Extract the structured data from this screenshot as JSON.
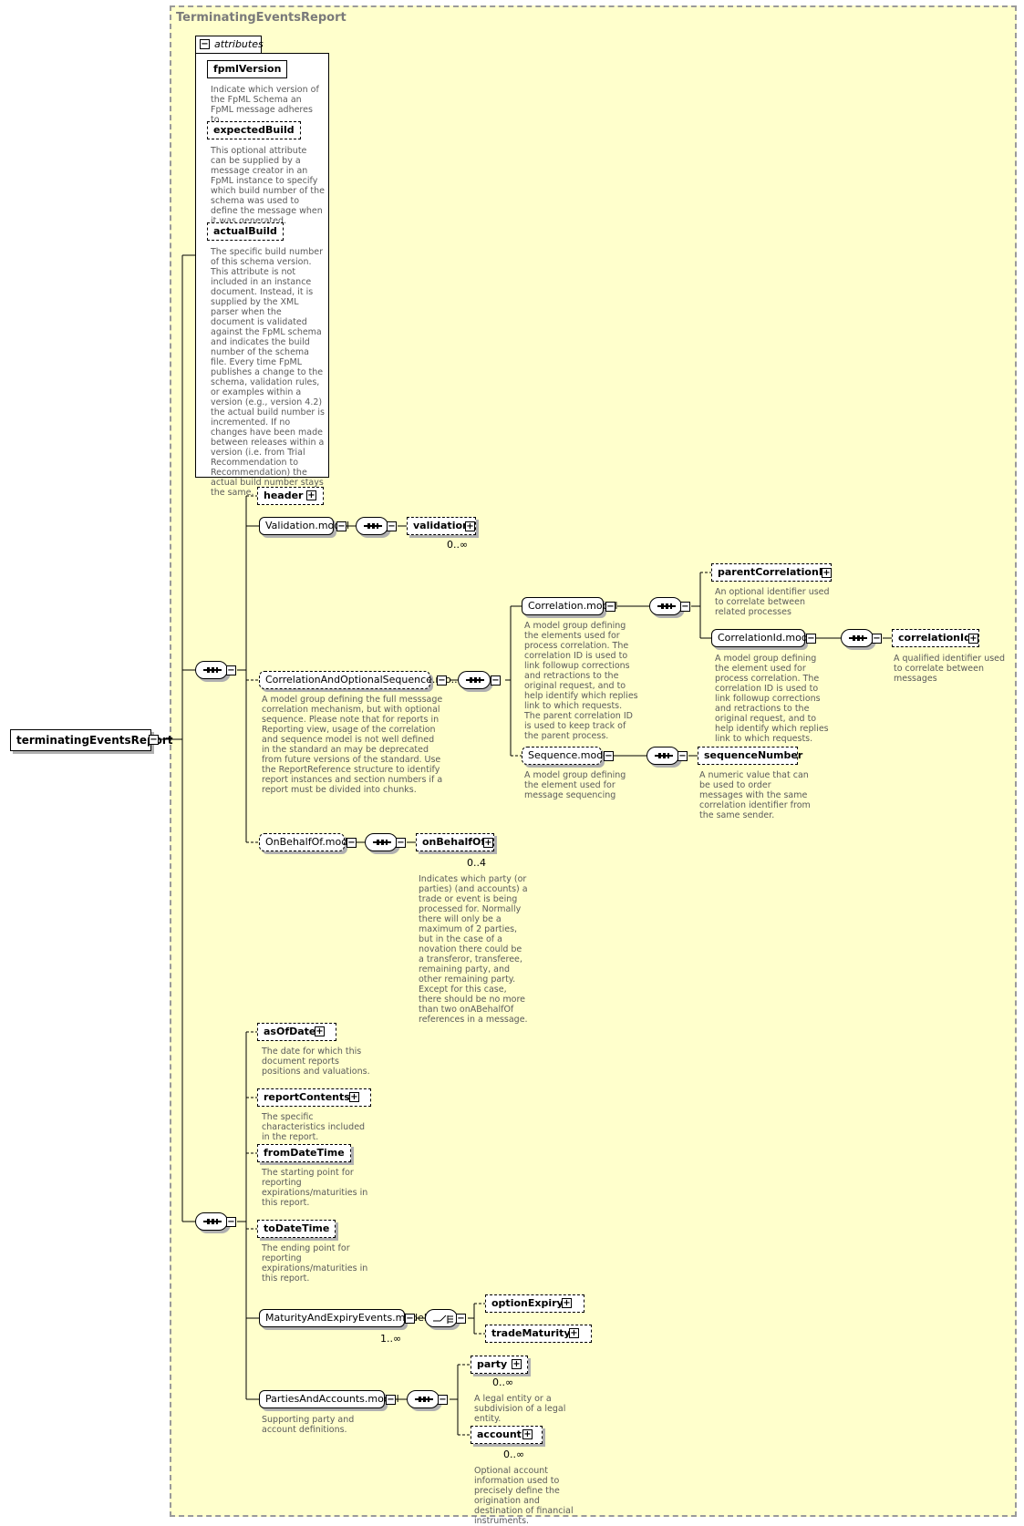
{
  "diagram": {
    "type_name": "TerminatingEventsReport",
    "root_element": "terminatingEventsReport",
    "attributes_tab": "attributes",
    "attributes": [
      {
        "name": "fpmlVersion",
        "desc": "Indicate which version of the FpML Schema an FpML message adheres to."
      },
      {
        "name": "expectedBuild",
        "desc": "This optional attribute can be supplied by a message creator in an FpML instance to specify which build number of the schema was used to define the message when it was generated."
      },
      {
        "name": "actualBuild",
        "desc": "The specific build number of this schema version. This attribute is not included in an instance document. Instead, it is supplied by the XML parser when the document is validated against the FpML schema and indicates the build number of the schema file. Every time FpML publishes a change to the schema, validation rules, or examples within a version (e.g., version 4.2) the actual build number is incremented. If no changes have been made between releases within a version (i.e. from Trial Recommendation to Recommendation) the actual build number stays the same."
      }
    ],
    "header": "header",
    "validation_model": "Validation.model",
    "validation": "validation",
    "validation_card": "0..∞",
    "cao_model": "CorrelationAndOptionalSequence.mo...",
    "cao_desc": "A model group defining the full messsage correlation mechanism, but with optional sequence. Please note that for reports in Reporting view, usage of the correlation and sequence model is not well defined in the standard an may be deprecated from future versions of the standard. Use the ReportReference structure to identify report instances and section numbers if a report must be divided into chunks.",
    "correlation_model": "Correlation.model",
    "correlation_model_desc": "A model group defining the elements used for process correlation. The correlation ID is used to link followup corrections and retractions to the original request, and to help identify which replies link to which requests. The parent correlation ID is used to keep track of the parent process.",
    "parent_correlation_id": "parentCorrelationId",
    "parent_correlation_id_desc": "An optional identifier used to correlate between related processes",
    "correlation_id_model": "CorrelationId.model",
    "correlation_id_model_desc": "A model group defining the element used for process correlation. The correlation ID is used to link followup corrections and retractions to the original request, and to help identify which replies link to which requests.",
    "correlation_id": "correlationId",
    "correlation_id_desc": "A qualified identifier used to correlate between messages",
    "sequence_model": "Sequence.model",
    "sequence_model_desc": "A model group defining the element used for message sequencing",
    "sequence_number": "sequenceNumber",
    "sequence_number_desc": "A numeric value that can be used to order messages with the same correlation identifier from the same sender.",
    "on_behalf_model": "OnBehalfOf.model",
    "on_behalf": "onBehalfOf",
    "on_behalf_card": "0..4",
    "on_behalf_desc": "Indicates which party (or parties) (and accounts) a trade or event is being processed for. Normally there will only be a maximum of 2 parties, but in the case of a novation there could be a transferor, transferee, remaining party, and other remaining party. Except for this case, there should be no more than two onABehalfOf references in a message.",
    "as_of_date": "asOfDate",
    "as_of_date_desc": "The date for which this document reports positions and valuations.",
    "report_contents": "reportContents",
    "report_contents_desc": "The specific characteristics included in the report.",
    "from_date_time": "fromDateTime",
    "from_date_time_desc": "The starting point for reporting expirations/maturities in this report.",
    "to_date_time": "toDateTime",
    "to_date_time_desc": "The ending point for reporting expirations/maturities in this report.",
    "maturity_model": "MaturityAndExpiryEvents.model",
    "maturity_card": "1..∞",
    "option_expiry": "optionExpiry",
    "trade_maturity": "tradeMaturity",
    "parties_model": "PartiesAndAccounts.model",
    "parties_model_desc": "Supporting party and account definitions.",
    "party": "party",
    "party_card": "0..∞",
    "party_desc": "A legal entity or a subdivision of a legal entity.",
    "account": "account",
    "account_card": "0..∞",
    "account_desc": "Optional account information used to precisely define the origination and destination of financial instruments.",
    "expand_symbol": "+",
    "collapse_symbol": "−"
  }
}
